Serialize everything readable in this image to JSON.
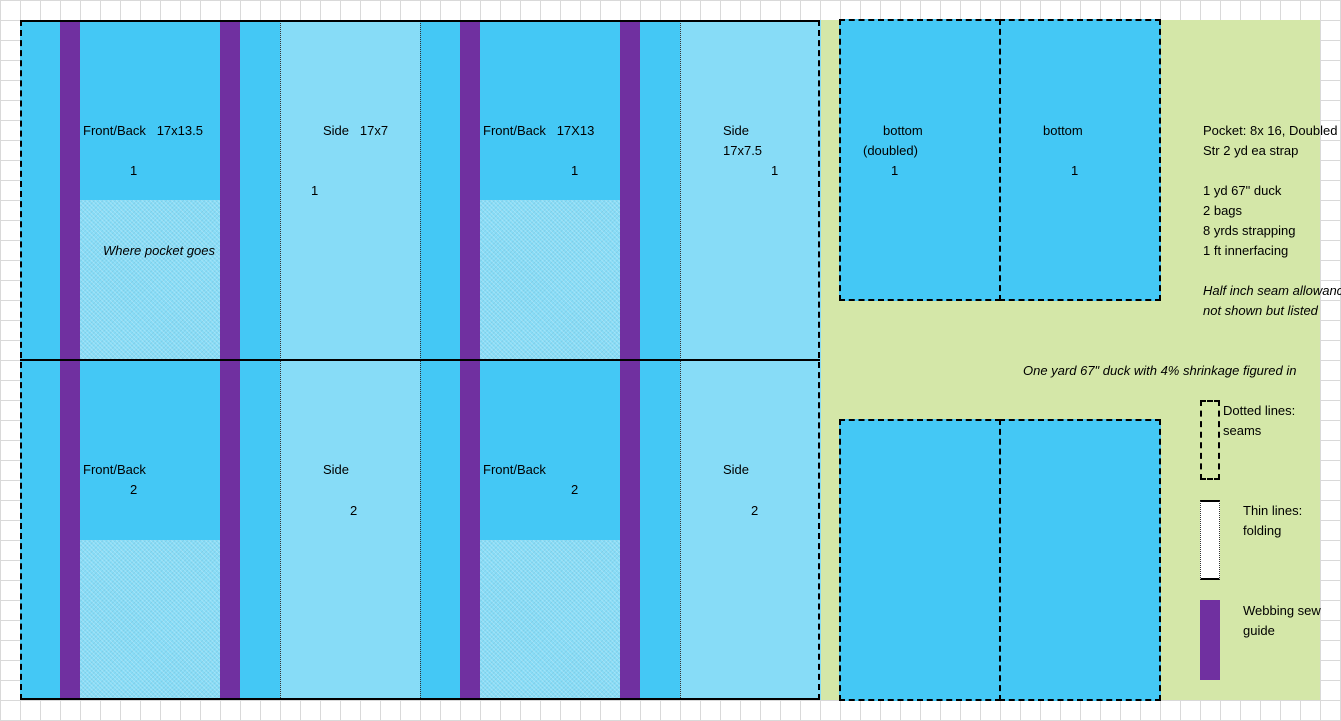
{
  "sheet": {
    "colors": {
      "fabric": "#44c8f5",
      "fabric_light": "#87dcf7",
      "webbing": "#7030a0",
      "background_area": "#d4e7a8",
      "grid": "#d9d9d9"
    }
  },
  "pieces": {
    "front_back_1a": {
      "name": "Front/Back",
      "dims": "17x13.5",
      "count": "1"
    },
    "pocket_note": "Where pocket goes",
    "side_1a": {
      "name": "Side",
      "dims": "17x7",
      "count": "1"
    },
    "front_back_1b": {
      "name": "Front/Back",
      "dims": "17X13",
      "count": "1"
    },
    "side_1b": {
      "name": "Side",
      "dims": "17x7.5",
      "count": "1"
    },
    "bottom_1a": {
      "name": "bottom",
      "sub": "(doubled)",
      "count": "1"
    },
    "bottom_1b": {
      "name": "bottom",
      "count": "1"
    },
    "front_back_2a": {
      "name": "Front/Back",
      "count": "2"
    },
    "side_2a": {
      "name": "Side",
      "count": "2"
    },
    "front_back_2b": {
      "name": "Front/Back",
      "count": "2"
    },
    "side_2b": {
      "name": "Side",
      "count": "2"
    }
  },
  "notes": {
    "line1": "Pocket: 8x 16, Doubled",
    "line2": "Str 2 yd ea strap",
    "line3": "1 yd 67\" duck",
    "line4": "2 bags",
    "line5": "8 yrds strapping",
    "line6": "1 ft innerfacing",
    "seam1": "Half inch seam allowance",
    "seam2": "not shown but listed",
    "shrinkage": "One yard 67\" duck with 4% shrinkage figured in"
  },
  "legend": {
    "dotted_1": "Dotted lines:",
    "dotted_2": "seams",
    "thin_1": "Thin lines:",
    "thin_2": "folding",
    "webbing_1": "Webbing sew",
    "webbing_2": "guide"
  }
}
